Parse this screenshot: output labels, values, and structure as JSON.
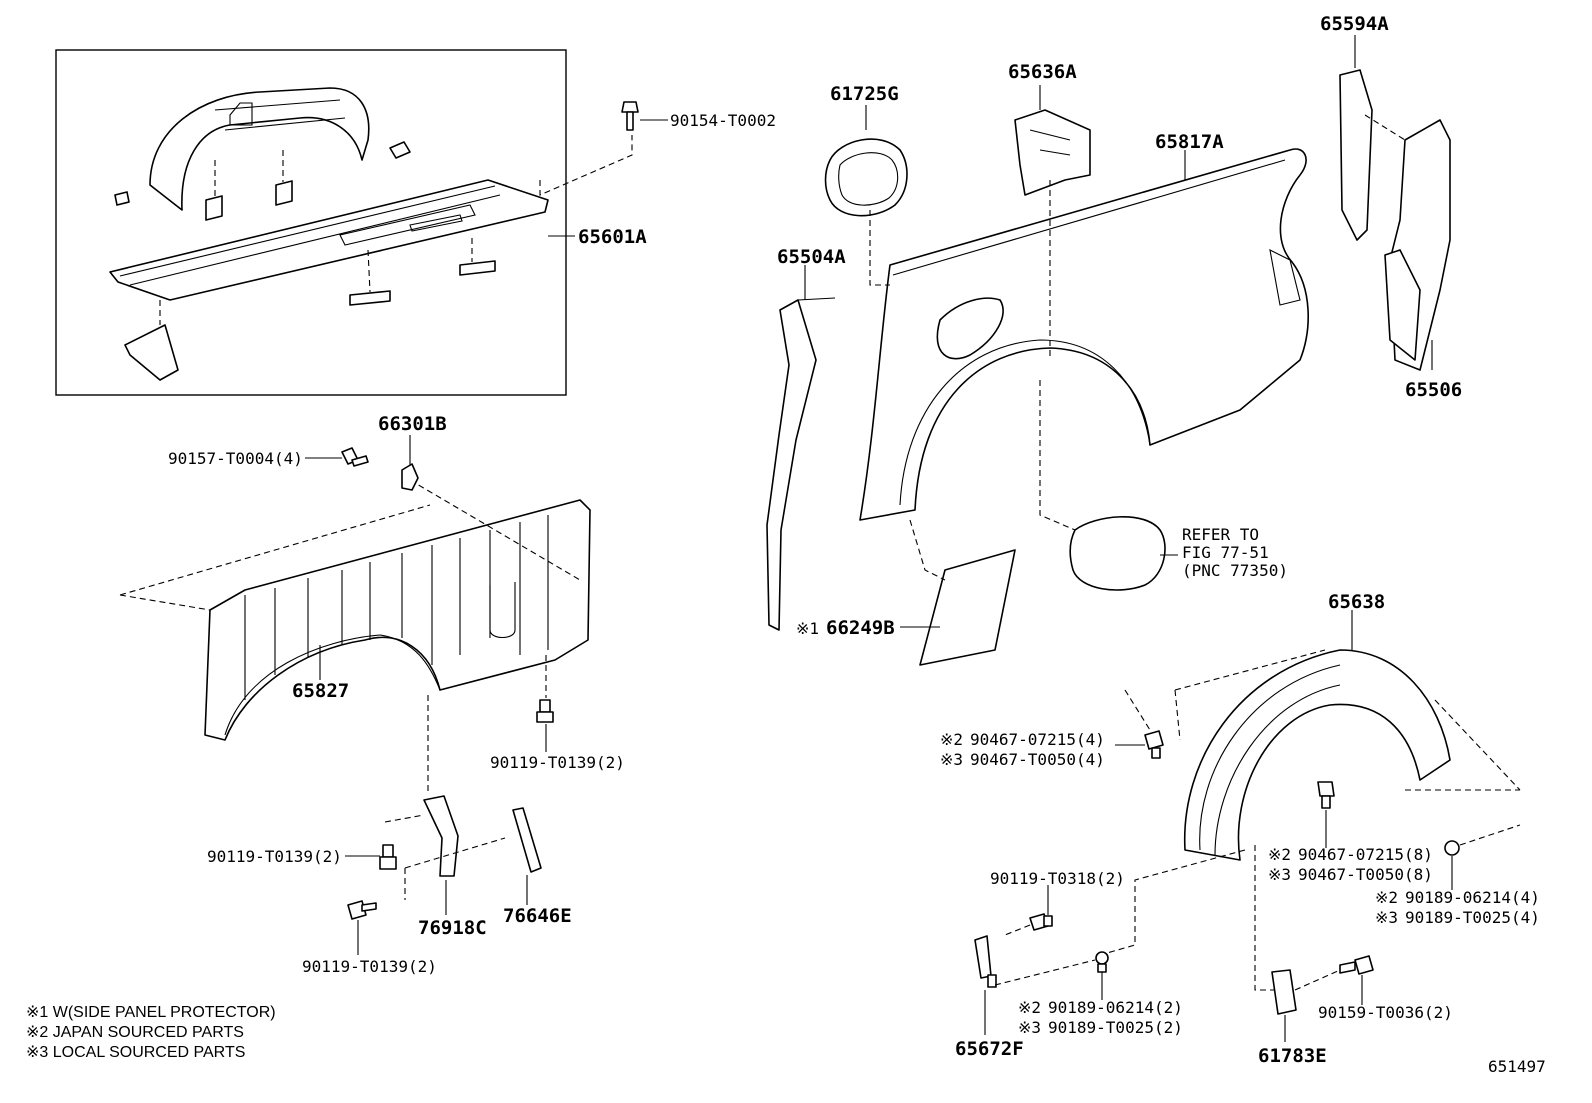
{
  "diagram_id": "651497",
  "labels": {
    "p65601A": "65601A",
    "p90154": "90154-T0002",
    "p66301B": "66301B",
    "p90157": "90157-T0004(4)",
    "p65827": "65827",
    "p90119a": "90119-T0139(2)",
    "p90119b": "90119-T0139(2)",
    "p90119c": "90119-T0139(2)",
    "p76918C": "76918C",
    "p76646E": "76646E",
    "p61725G": "61725G",
    "p65636A": "65636A",
    "p65594A": "65594A",
    "p65817A": "65817A",
    "p65504A": "65504A",
    "p65506": "65506",
    "p66249B": "66249B",
    "p66249B_mark": "※1",
    "refer_line1": "REFER TO",
    "refer_line2": "FIG 77-51",
    "refer_line3": "(PNC 77350)",
    "p65638": "65638",
    "p90467a_mark": "※2",
    "p90467a": "90467-07215(4)",
    "p90467b_mark": "※3",
    "p90467b": "90467-T0050(4)",
    "p90467c_mark": "※2",
    "p90467c": "90467-07215(8)",
    "p90467d_mark": "※3",
    "p90467d": "90467-T0050(8)",
    "p90189a_mark": "※2",
    "p90189a": "90189-06214(4)",
    "p90189b_mark": "※3",
    "p90189b": "90189-T0025(4)",
    "p90119d": "90119-T0318(2)",
    "p90189c_mark": "※2",
    "p90189c": "90189-06214(2)",
    "p90189d_mark": "※3",
    "p90189d": "90189-T0025(2)",
    "p90159": "90159-T0036(2)",
    "p65672F": "65672F",
    "p61783E": "61783E"
  },
  "notes": [
    "※1 W(SIDE PANEL PROTECTOR)",
    "※2 JAPAN SOURCED PARTS",
    "※3 LOCAL SOURCED PARTS"
  ]
}
